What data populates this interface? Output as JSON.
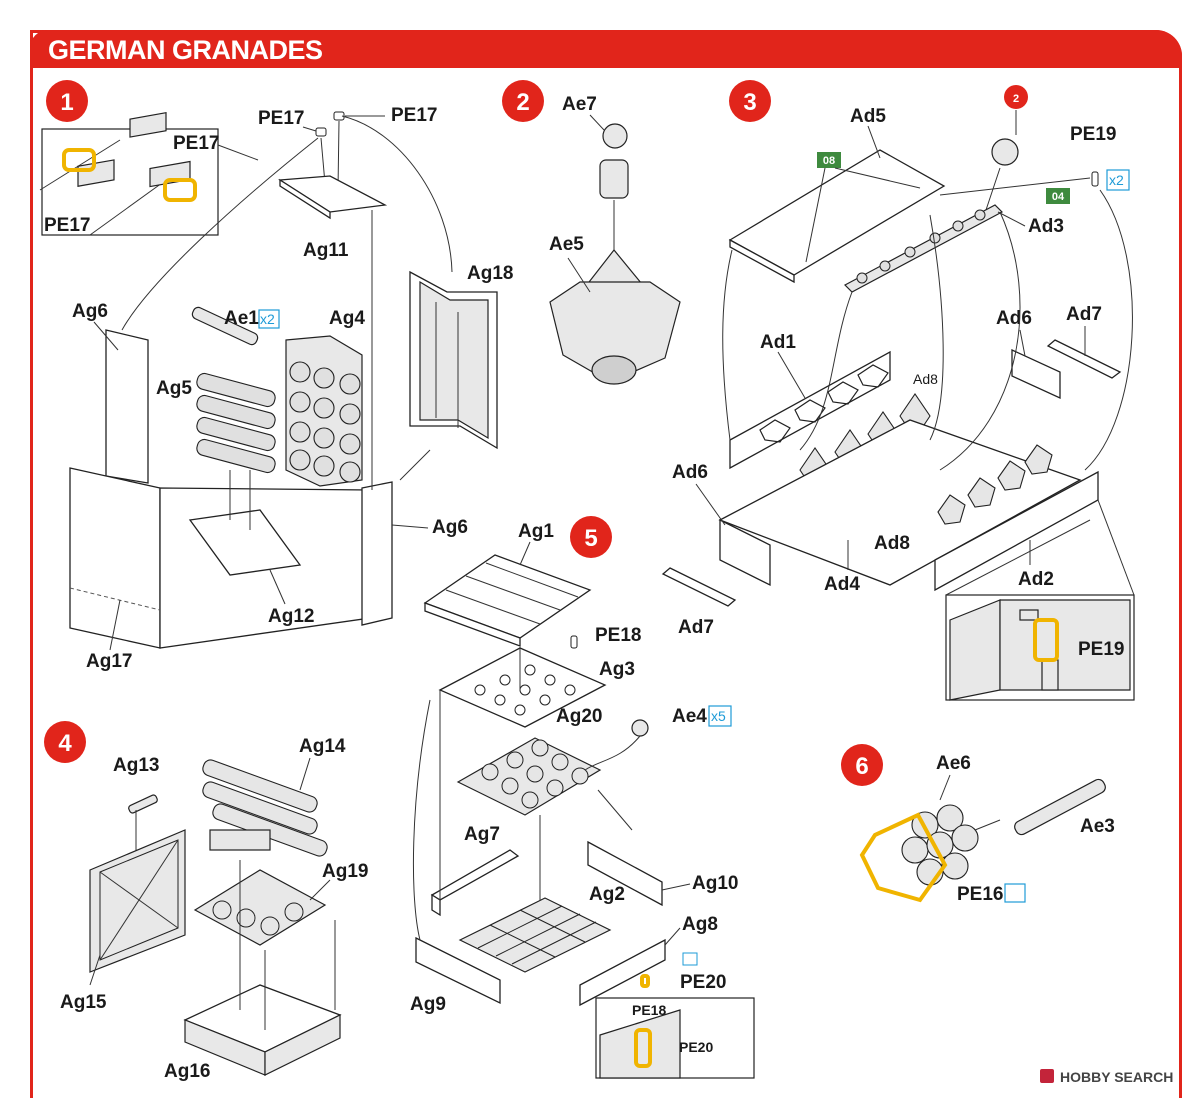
{
  "header": {
    "title": "GERMAN GRANADES"
  },
  "steps": [
    "1",
    "2",
    "3",
    "4",
    "5",
    "6"
  ],
  "parts": {
    "s1": [
      "PE17",
      "PE17",
      "PE17",
      "PE17",
      "Ag11",
      "Ag18",
      "Ag6",
      "Ae1",
      "Ag4",
      "Ag5",
      "Ag6",
      "Ag12",
      "Ag17"
    ],
    "s2": [
      "Ae7",
      "Ae5"
    ],
    "s3": [
      "Ad5",
      "PE19",
      "Ad3",
      "Ad1",
      "Ad8",
      "Ad6",
      "Ad7",
      "Ad6",
      "Ad8",
      "Ad4",
      "Ad2",
      "Ad7",
      "PE19"
    ],
    "s4": [
      "Ag13",
      "Ag14",
      "Ag19",
      "Ag15",
      "Ag16"
    ],
    "s5": [
      "Ag1",
      "PE18",
      "Ag3",
      "Ag20",
      "Ae4",
      "Ag7",
      "Ag10",
      "Ag2",
      "Ag8",
      "PE20",
      "Ag9",
      "PE18",
      "PE20"
    ],
    "s6": [
      "Ae6",
      "Ae3",
      "PE16"
    ]
  },
  "qty": {
    "ae1": "x2",
    "pe19": "x2",
    "ae4": "x5"
  },
  "refs": {
    "ref08": "08",
    "ref04": "04",
    "ref2": "2"
  },
  "watermark": {
    "text": "HOBBY SEARCH"
  },
  "colors": {
    "accent": "#e1251b",
    "photoetch": "#f0b400",
    "qty_blue": "#1e9bd7",
    "ref_green": "#3e8a3e"
  }
}
